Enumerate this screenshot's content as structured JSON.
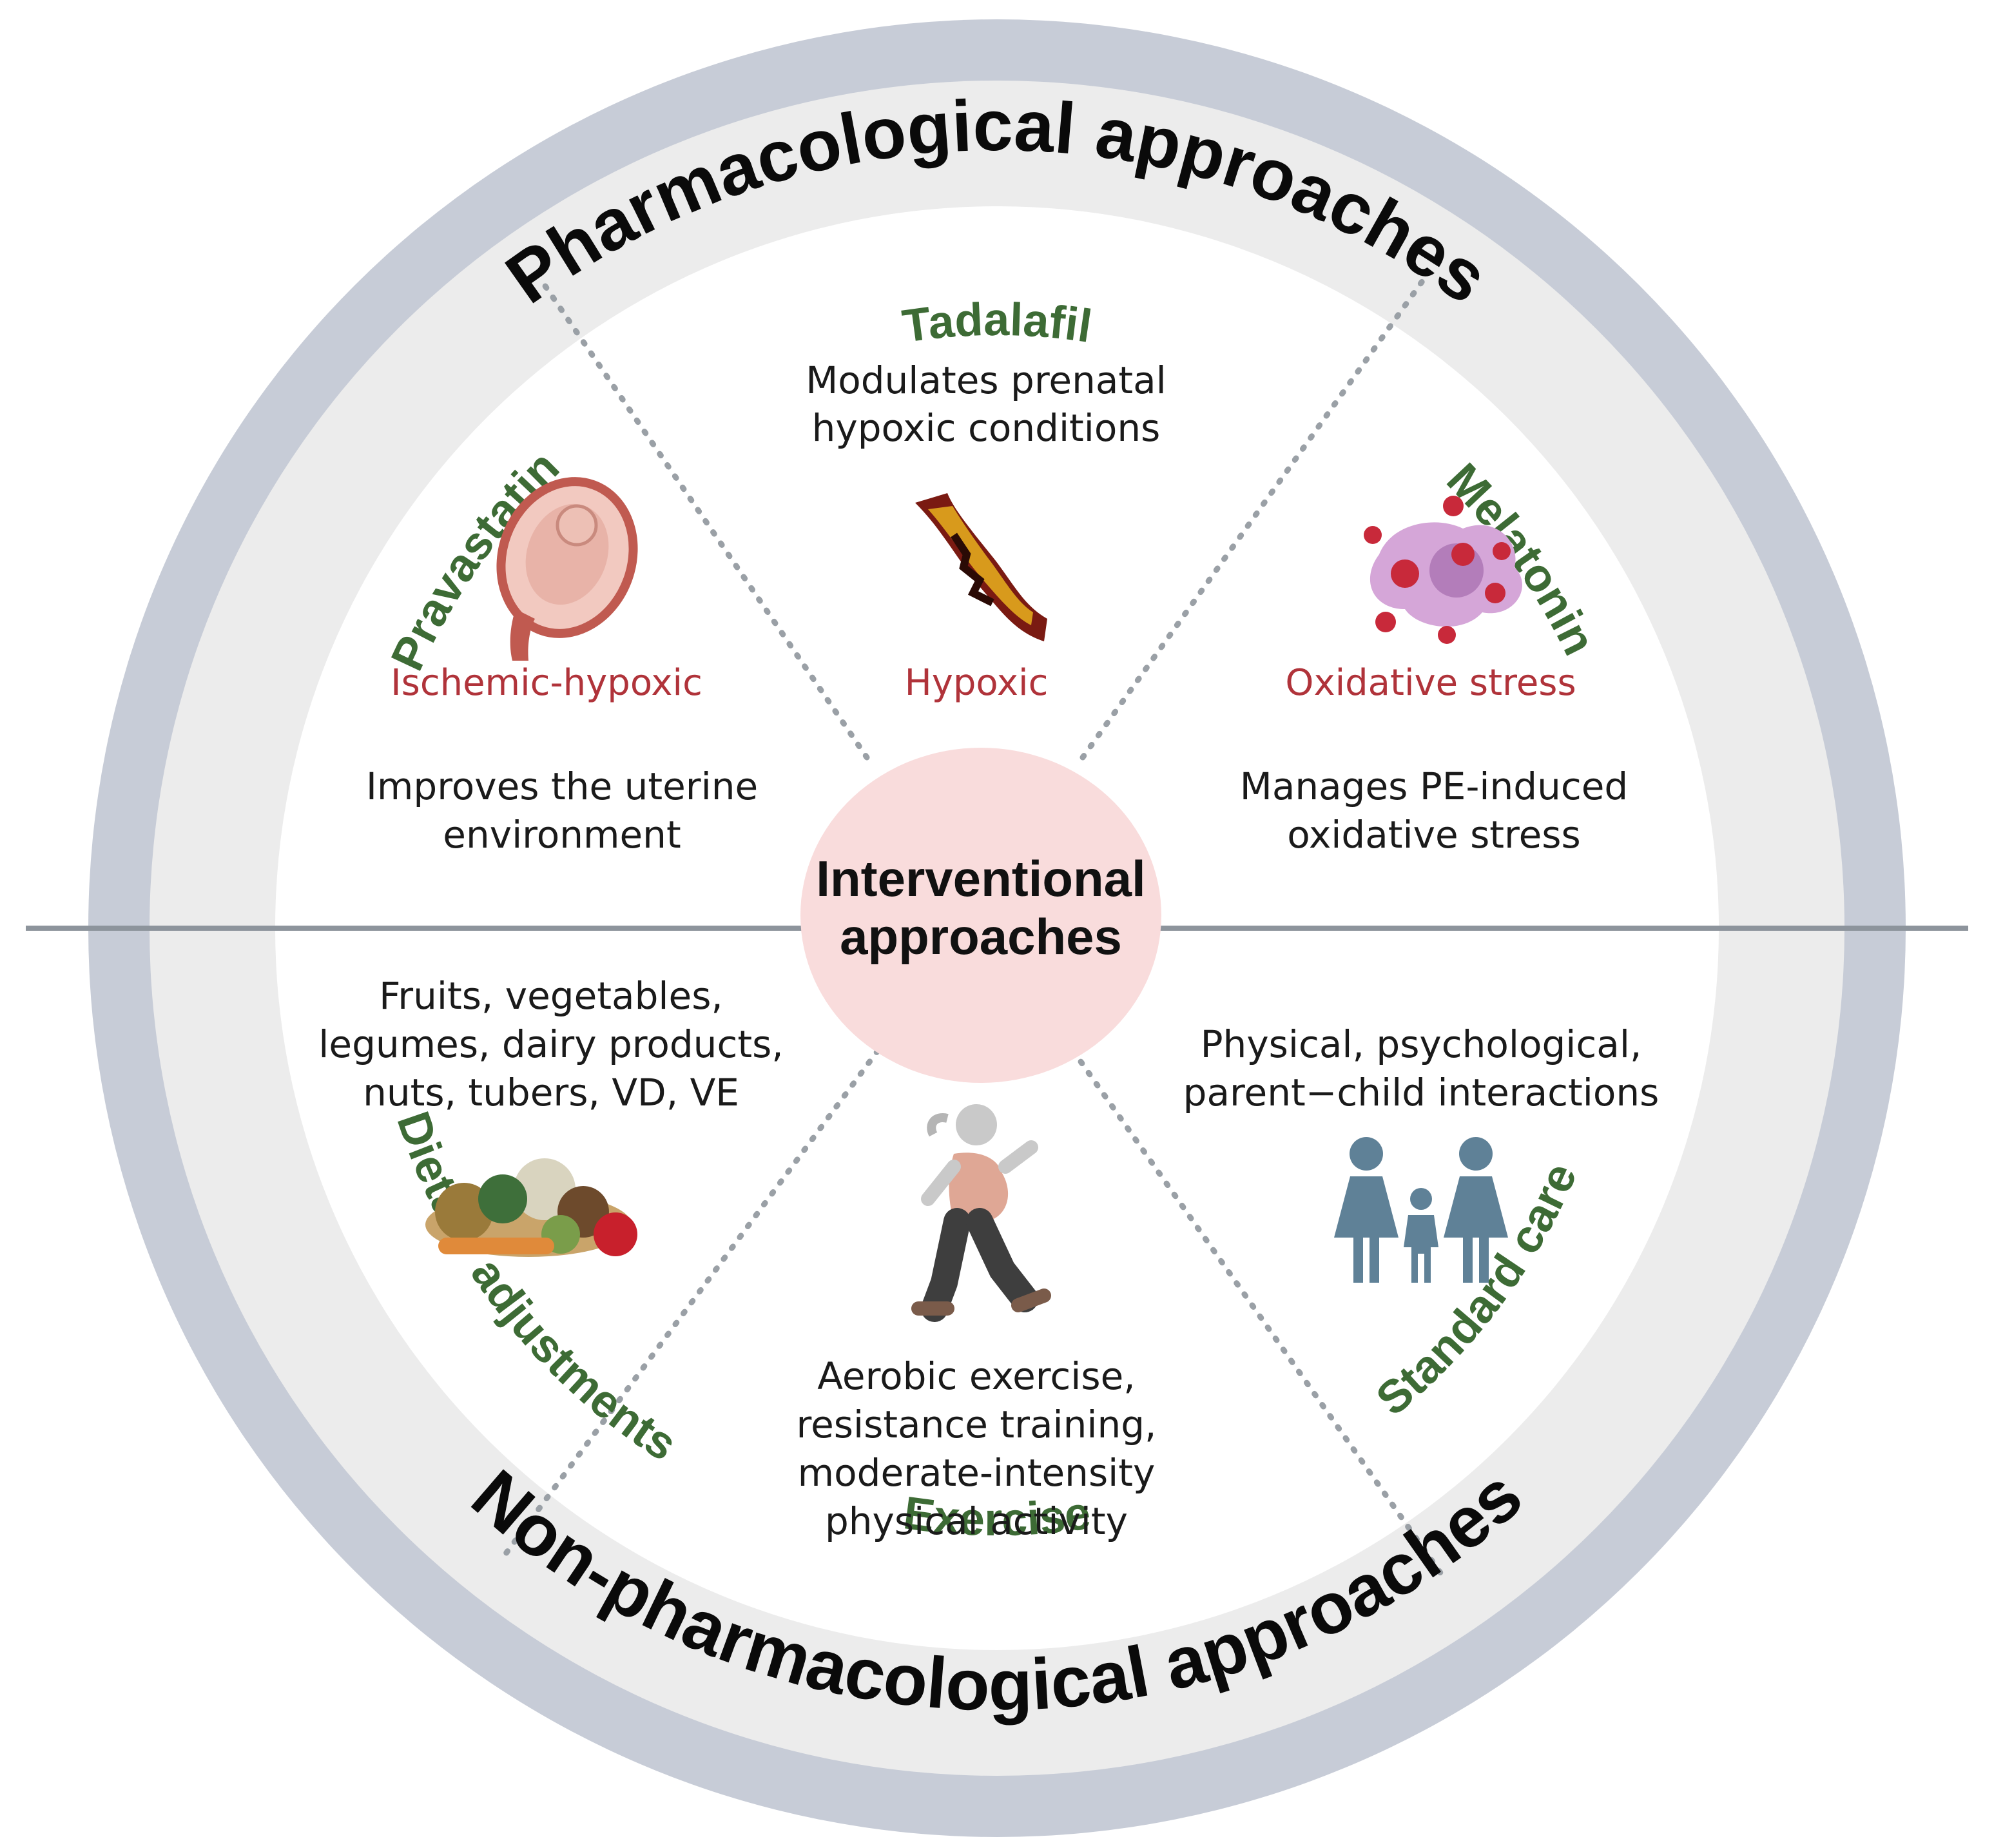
{
  "outer": {
    "top_label": "Pharmacological approaches",
    "bottom_label": "Non-pharmacological approaches"
  },
  "center": {
    "line1": "Interventional",
    "line2": "approaches"
  },
  "segments": {
    "tadalafil": {
      "title": "Tadalafil",
      "mechanism": "Hypoxic",
      "desc": [
        "Modulates prenatal",
        "hypoxic conditions"
      ],
      "icon": "blood-vessel-icon"
    },
    "pravastatin": {
      "title": "Pravastatin",
      "mechanism": "Ischemic-hypoxic",
      "desc": [
        "Improves the uterine",
        "environment"
      ],
      "icon": "uterus-fetus-icon"
    },
    "melatonin": {
      "title": "Melatonin",
      "mechanism": "Oxidative stress",
      "desc": [
        "Manages PE-induced",
        "oxidative stress"
      ],
      "icon": "oxidative-cell-icon"
    },
    "dietary": {
      "title": "Dietary adjustments",
      "desc": [
        "Fruits, vegetables,",
        "legumes, dairy products,",
        "nuts,  tubers, VD, VE"
      ],
      "icon": "food-pile-icon"
    },
    "exercise": {
      "title": "Exercise",
      "desc": [
        "Aerobic exercise,",
        "resistance training,",
        "moderate-intensity",
        "physical activity"
      ],
      "icon": "walking-pregnant-woman-icon"
    },
    "standard_care": {
      "title": "Standard care",
      "desc": [
        "Physical, psychological,",
        "parent−child interactions"
      ],
      "icon": "family-icon"
    }
  },
  "colors": {
    "outer_ring": "#c7ccd7",
    "middle_ring": "#ececec",
    "inner_disc": "#ffffff",
    "center_disc": "#f9dcdc",
    "segment_title": "#3d6b35",
    "mechanism_text": "#b0333a",
    "family_icon": "#5f8197"
  }
}
